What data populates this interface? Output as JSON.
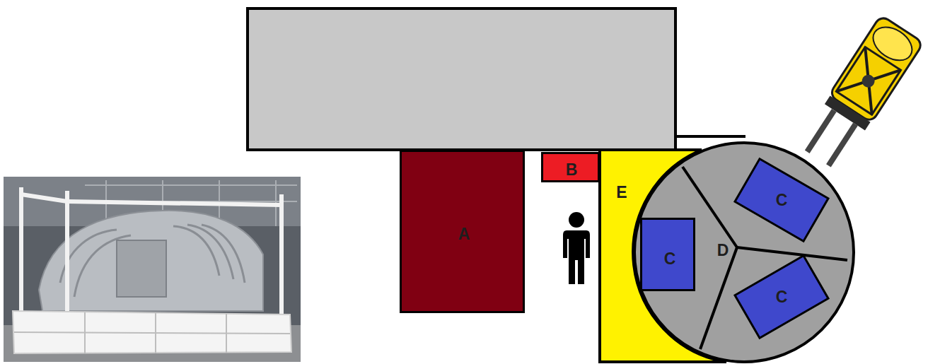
{
  "diagram": {
    "nodes": [
      {
        "text": [
          "A"
        ]
      },
      {
        "text": [
          "B"
        ]
      },
      {
        "text": [
          "E"
        ]
      },
      {
        "text": [
          "D"
        ]
      },
      {
        "text": [
          "C"
        ],
        "in": 3
      },
      {
        "text": [
          "C"
        ],
        "in": 3
      },
      {
        "text": [
          "C"
        ],
        "in": 3
      }
    ]
  }
}
